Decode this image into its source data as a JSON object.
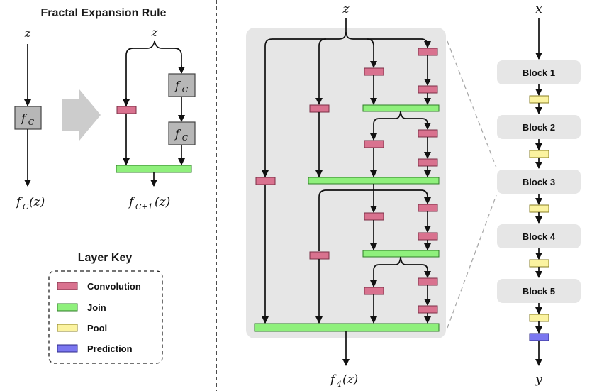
{
  "left_panel": {
    "title": "Fractal Expansion Rule",
    "input_label": "z",
    "block_label": "f",
    "block_sub": "C",
    "output_label": "f",
    "output_sub": "C",
    "output_arg": "(z)",
    "expanded_output_sub": "C+1",
    "expanded_output_arg": "(z)"
  },
  "layer_key": {
    "title": "Layer Key",
    "items": [
      {
        "label": "Convolution",
        "color": "#d9728f"
      },
      {
        "label": "Join",
        "color": "#8ff07c"
      },
      {
        "label": "Pool",
        "color": "#fbf3a0"
      },
      {
        "label": "Prediction",
        "color": "#7b77f0"
      }
    ]
  },
  "middle_panel": {
    "input_label": "z",
    "output_label": "f",
    "output_sub": "4",
    "output_arg": "(z)",
    "background_color": "#e6e6e6"
  },
  "right_panel": {
    "input_label": "x",
    "output_label": "y",
    "blocks": [
      "Block 1",
      "Block 2",
      "Block 3",
      "Block 4",
      "Block 5"
    ]
  },
  "colors": {
    "convolution": "#d9728f",
    "join": "#8ff07c",
    "pool": "#fbf3a0",
    "prediction": "#7b77f0",
    "fractal_block": "#b7b7b7",
    "arrow_icon": "#cccccc"
  }
}
